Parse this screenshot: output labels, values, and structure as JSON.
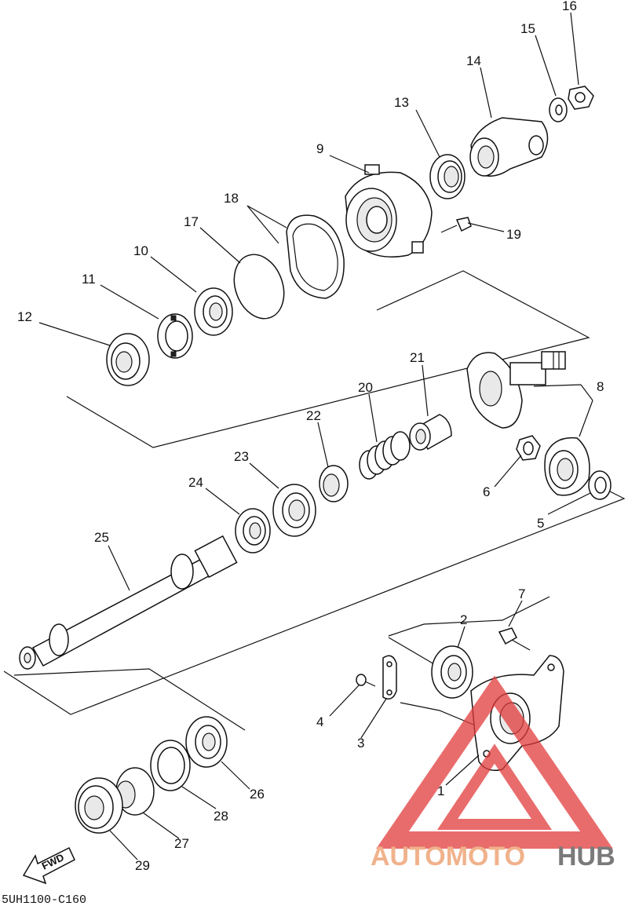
{
  "diagram": {
    "code": "5UH1100-C160",
    "fwd_label": "FWD",
    "callouts": [
      "1",
      "2",
      "3",
      "4",
      "5",
      "6",
      "7",
      "8",
      "9",
      "10",
      "11",
      "12",
      "13",
      "14",
      "15",
      "16",
      "17",
      "18",
      "19",
      "20",
      "21",
      "22",
      "23",
      "24",
      "25",
      "26",
      "27",
      "28",
      "29"
    ]
  },
  "watermark": {
    "part1": "AUTOMOTO",
    "part2": "HUB",
    "color_part1": "#f0b28c",
    "color_part2": "#7a7a7a",
    "logo_color": "#e23b3b"
  }
}
